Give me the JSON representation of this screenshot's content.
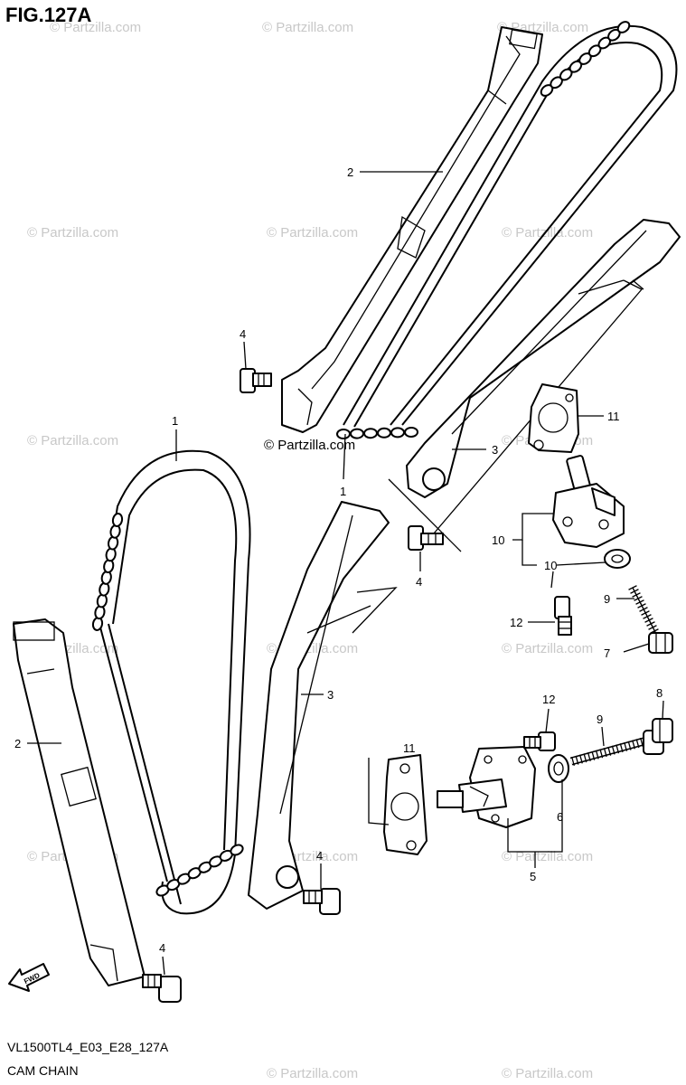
{
  "figure": {
    "title": "FIG.127A",
    "model_code": "VL1500TL4_E03_E28_127A",
    "diagram_name": "CAM CHAIN"
  },
  "watermark": {
    "text": "© Partzilla.com"
  },
  "fwd_arrow": {
    "label": "FWD"
  },
  "callouts": [
    {
      "id": "c1a",
      "part": "1",
      "label": "1"
    },
    {
      "id": "c1b",
      "part": "1",
      "label": "1"
    },
    {
      "id": "c2a",
      "part": "2",
      "label": "2"
    },
    {
      "id": "c2b",
      "part": "2",
      "label": "2"
    },
    {
      "id": "c3a",
      "part": "3",
      "label": "3"
    },
    {
      "id": "c3b",
      "part": "3",
      "label": "3"
    },
    {
      "id": "c4a",
      "part": "4",
      "label": "4"
    },
    {
      "id": "c4b",
      "part": "4",
      "label": "4"
    },
    {
      "id": "c4c",
      "part": "4",
      "label": "4"
    },
    {
      "id": "c4d",
      "part": "4",
      "label": "4"
    },
    {
      "id": "c5",
      "part": "5",
      "label": "5"
    },
    {
      "id": "c6",
      "part": "6",
      "label": "6"
    },
    {
      "id": "c7",
      "part": "7",
      "label": "7"
    },
    {
      "id": "c8",
      "part": "8",
      "label": "8"
    },
    {
      "id": "c9a",
      "part": "9",
      "label": "9"
    },
    {
      "id": "c9b",
      "part": "9",
      "label": "9"
    },
    {
      "id": "c10a",
      "part": "10",
      "label": "10"
    },
    {
      "id": "c10b",
      "part": "10",
      "label": "10"
    },
    {
      "id": "c11a",
      "part": "11",
      "label": "11"
    },
    {
      "id": "c11b",
      "part": "11",
      "label": "11"
    },
    {
      "id": "c12a",
      "part": "12",
      "label": "12"
    },
    {
      "id": "c12b",
      "part": "12",
      "label": "12"
    }
  ],
  "colors": {
    "line": "#000000",
    "watermark": "#c8c8c8",
    "background": "#ffffff"
  }
}
